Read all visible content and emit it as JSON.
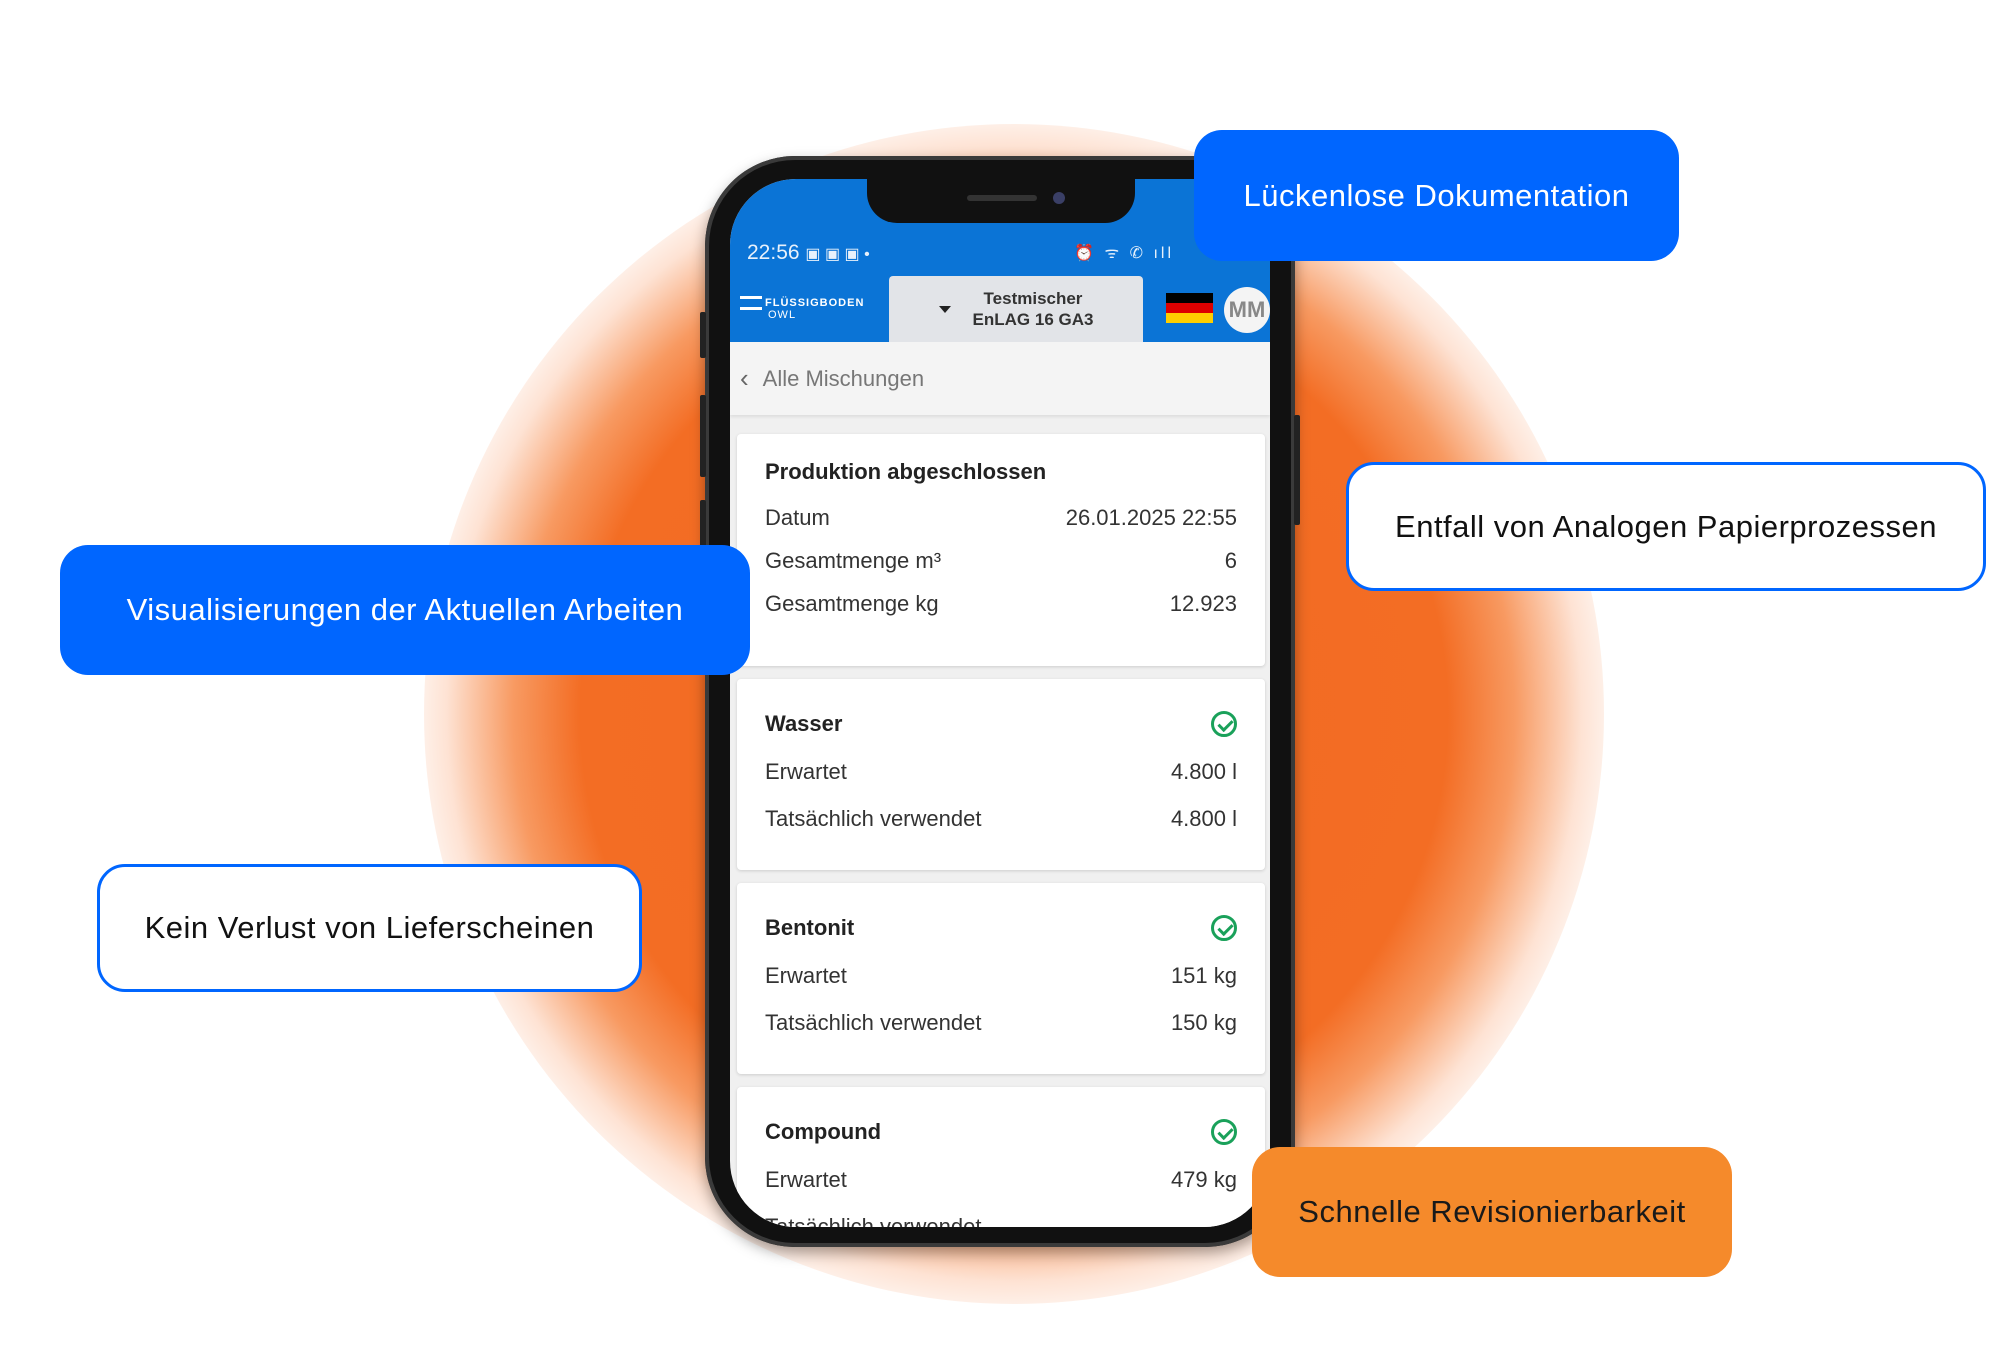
{
  "phone": {
    "status_time": "22:56",
    "status_icons_left": "▣ ▣ ▣ •",
    "status_icons_right": "⏰ ᯤ ✆ ıll",
    "logo_line1": "FLÜSSIGBODEN",
    "logo_line2": "OWL",
    "mixer_line1": "Testmischer",
    "mixer_line2": "EnLAG 16 GA3",
    "avatar_initials": "MM",
    "back_label": "Alle Mischungen",
    "cards": [
      {
        "title": "Produktion abgeschlossen",
        "check": false,
        "rows": [
          {
            "label": "Datum",
            "value": "26.01.2025 22:55"
          },
          {
            "label": "Gesamtmenge m³",
            "value": "6"
          },
          {
            "label": "Gesamtmenge kg",
            "value": "12.923"
          }
        ]
      },
      {
        "title": "Wasser",
        "check": true,
        "rows": [
          {
            "label": "Erwartet",
            "value": "4.800 l"
          },
          {
            "label": "Tatsächlich verwendet",
            "value": "4.800 l"
          }
        ]
      },
      {
        "title": "Bentonit",
        "check": true,
        "rows": [
          {
            "label": "Erwartet",
            "value": "151 kg"
          },
          {
            "label": "Tatsächlich verwendet",
            "value": "150 kg"
          }
        ]
      },
      {
        "title": "Compound",
        "check": true,
        "rows": [
          {
            "label": "Erwartet",
            "value": "479 kg"
          },
          {
            "label": "Tatsächlich verwendet",
            "value": ""
          }
        ]
      }
    ]
  },
  "callouts": {
    "documentation": "Lückenlose Dokumentation",
    "paperless": "Entfall von Analogen Papierprozessen",
    "visualization": "Visualisierungen der Aktuellen Arbeiten",
    "delivery_notes": "Kein Verlust von Lieferscheinen",
    "revision": "Schnelle Revisionierbarkeit"
  },
  "colors": {
    "brand_blue": "#0066ff",
    "app_blue": "#0b74d6",
    "accent_orange": "#f26a22",
    "callout_orange": "#f58a2b",
    "check_green": "#1aa15a"
  }
}
